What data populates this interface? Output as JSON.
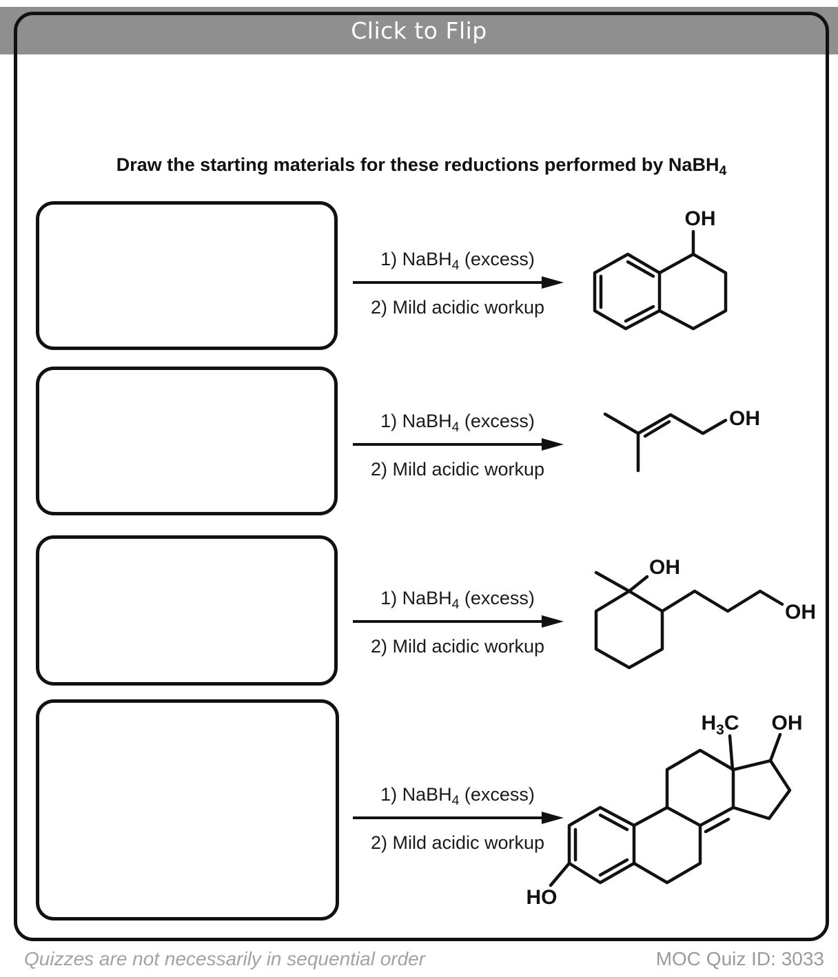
{
  "title_bar": {
    "label": "Click to Flip"
  },
  "heading": {
    "pre": "Draw the starting materials for these reductions performed by NaBH",
    "sub": "4"
  },
  "conditions": {
    "step1_pre": "1) NaBH",
    "step1_sub": "4",
    "step1_post": " (excess)",
    "step2": "2) Mild acidic workup"
  },
  "structures": {
    "tetralol": {
      "oh": "OH"
    },
    "prenol": {
      "oh": "OH"
    },
    "diol": {
      "oh_top": "OH",
      "oh_chain": "OH"
    },
    "steroid": {
      "methyl_pre": "H",
      "methyl_sub": "3",
      "methyl_post": "C",
      "oh": "OH",
      "ho": "HO"
    }
  },
  "footer": {
    "note": "Quizzes are not necessarily in sequential order",
    "quiz_id": "MOC Quiz ID: 3033"
  },
  "colors": {
    "title_bar_bg": "#8f8f8f",
    "title_text": "#ffffff",
    "ink": "#111111",
    "card_bg": "#ffffff",
    "footer_text": "#9e9e9e"
  }
}
